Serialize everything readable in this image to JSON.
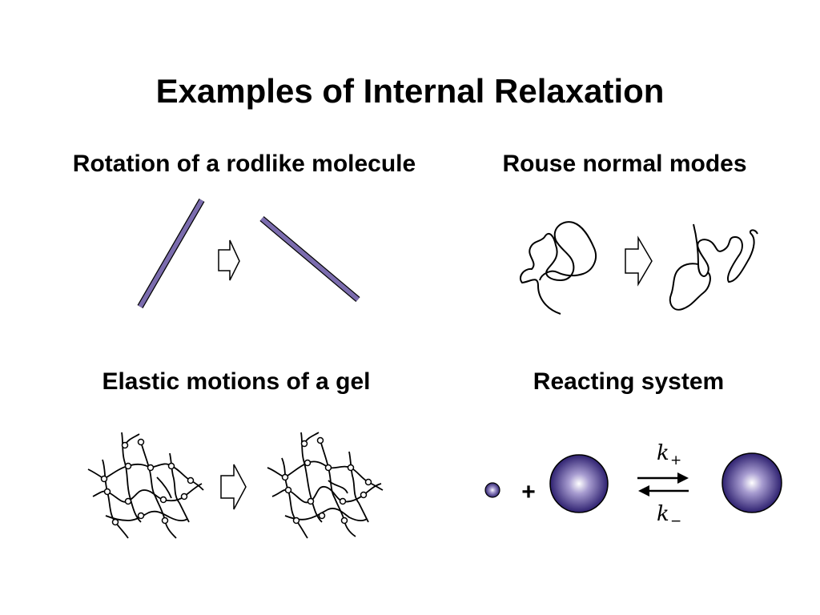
{
  "slide": {
    "title": "Examples of Internal Relaxation",
    "panels": {
      "rod": {
        "heading": "Rotation of a rodlike molecule"
      },
      "rouse": {
        "heading": "Rouse normal modes"
      },
      "gel": {
        "heading": "Elastic motions of a gel"
      },
      "react": {
        "heading": "Reacting system",
        "plus": "+",
        "forward_rate": {
          "symbol": "k",
          "subscript": "+"
        },
        "backward_rate": {
          "symbol": "k",
          "subscript": "−"
        }
      }
    },
    "colors": {
      "rod": "#7b6cae",
      "sphere": "#2e2170",
      "sphere_highlight": "#ffffff",
      "line": "#000000"
    }
  }
}
